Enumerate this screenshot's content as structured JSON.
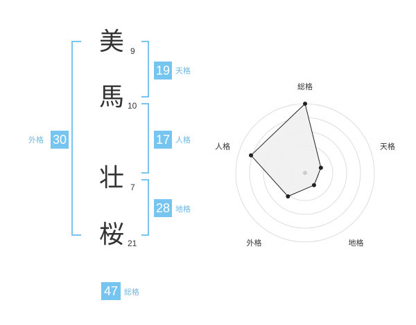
{
  "name": {
    "chars": [
      {
        "char": "美",
        "strokes": "9"
      },
      {
        "char": "馬",
        "strokes": "10"
      },
      {
        "char": "壮",
        "strokes": "7"
      },
      {
        "char": "桜",
        "strokes": "21"
      }
    ]
  },
  "kaku": {
    "tenkaku": {
      "value": "19",
      "label": "天格"
    },
    "jinkaku": {
      "value": "17",
      "label": "人格"
    },
    "chikaku": {
      "value": "28",
      "label": "地格"
    },
    "gaikaku": {
      "value": "30",
      "label": "外格"
    },
    "soukaku": {
      "value": "47",
      "label": "総格"
    }
  },
  "chart_data": {
    "type": "radar",
    "axes": [
      "総格",
      "天格",
      "地格",
      "外格",
      "人格"
    ],
    "values": [
      5,
      1.2,
      1.1,
      2.1,
      4.1
    ],
    "max": 5,
    "rings": 5,
    "grid": true,
    "colors": {
      "fill": "#efefef",
      "line": "#222222",
      "ring": "#dddddd"
    }
  }
}
